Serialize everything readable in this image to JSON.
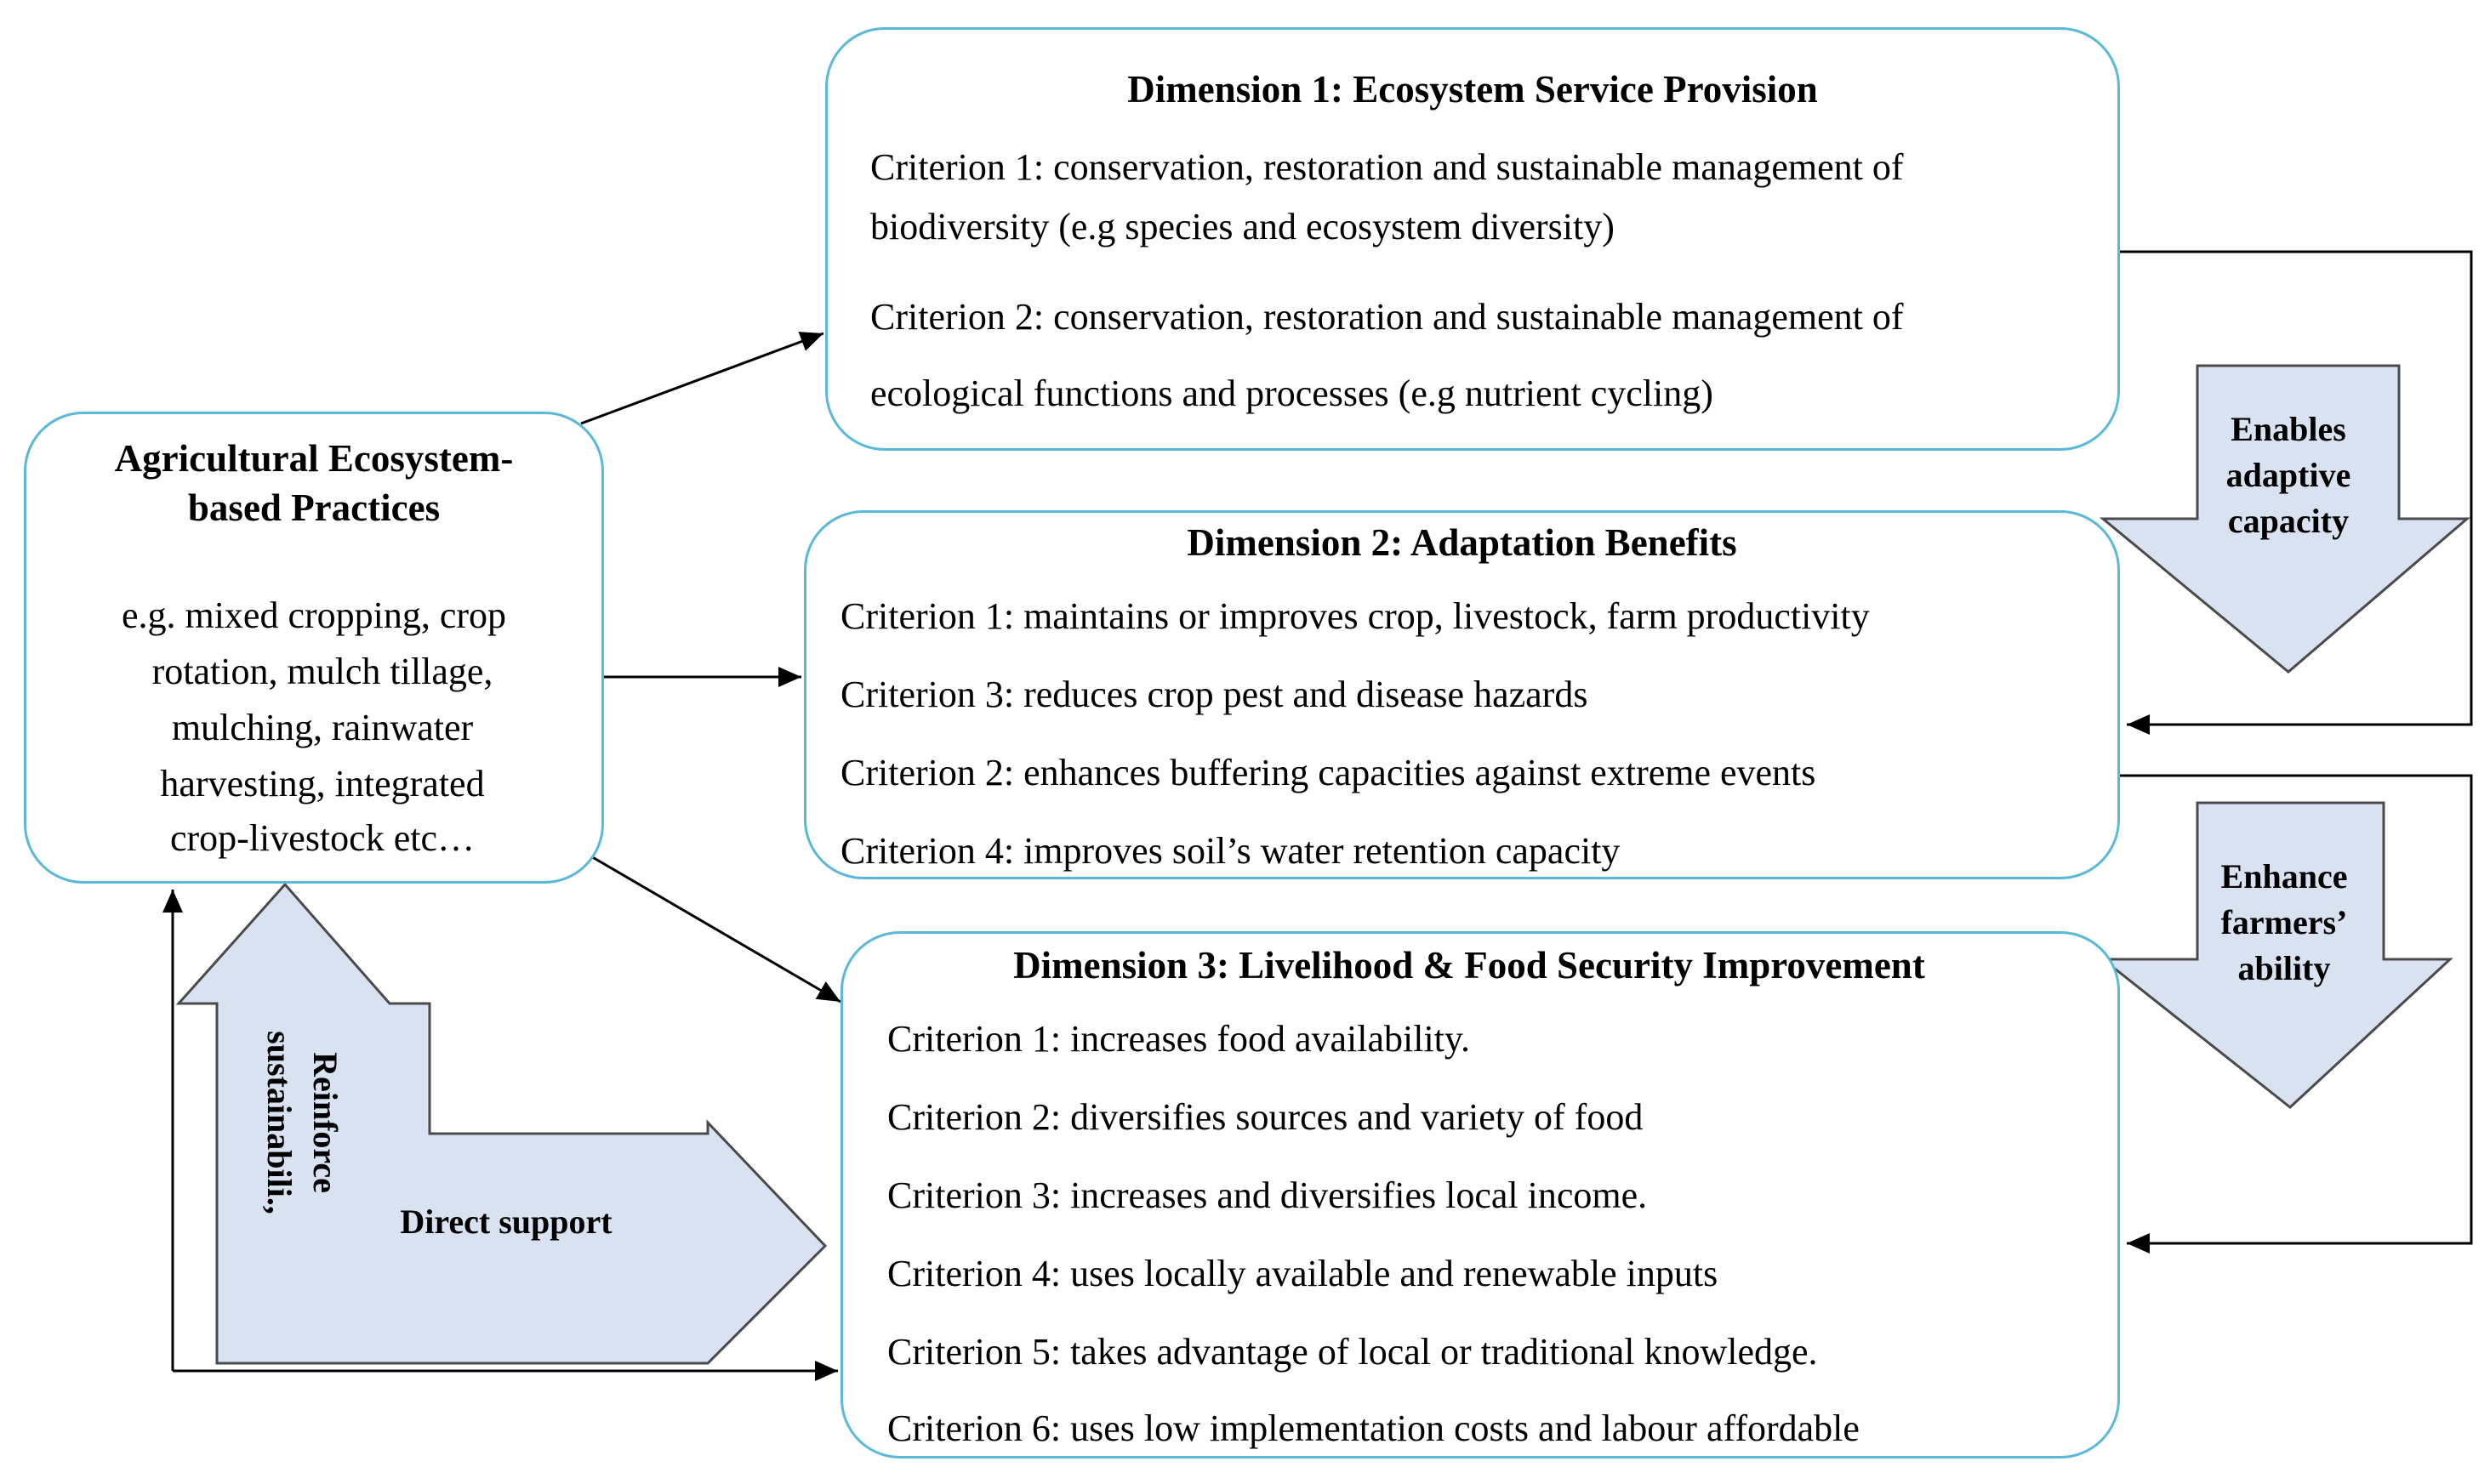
{
  "practices": {
    "title_line1": "Agricultural Ecosystem-",
    "title_line2": "based Practices",
    "examples": [
      "e.g. mixed cropping, crop",
      "rotation, mulch tillage,",
      "mulching, rainwater",
      "harvesting, integrated",
      "crop-livestock etc…"
    ]
  },
  "dimension1": {
    "title": "Dimension 1: Ecosystem Service Provision",
    "lines": [
      "Criterion 1: conservation, restoration and sustainable management of",
      "biodiversity (e.g species and ecosystem diversity)",
      "Criterion 2: conservation, restoration and sustainable management of",
      "ecological functions and processes (e.g nutrient cycling)"
    ]
  },
  "dimension2": {
    "title": "Dimension 2: Adaptation Benefits",
    "lines": [
      "Criterion 1: maintains or improves crop, livestock, farm productivity",
      "Criterion 3: reduces crop pest and disease hazards",
      "Criterion 2: enhances buffering capacities against extreme events",
      "Criterion 4: improves soil’s water retention capacity"
    ]
  },
  "dimension3": {
    "title": "Dimension 3: Livelihood & Food Security Improvement",
    "lines": [
      "Criterion 1: increases food availability.",
      "Criterion 2: diversifies sources and variety of food",
      "Criterion 3: increases and diversifies local income.",
      "Criterion 4: uses locally available and renewable inputs",
      "Criterion 5: takes advantage of local or traditional knowledge.",
      "Criterion 6: uses low implementation costs and labour affordable"
    ]
  },
  "arrows": {
    "enables": [
      "Enables",
      "adaptive",
      "capacity"
    ],
    "enhance": [
      "Enhance",
      "farmers’",
      "ability"
    ],
    "reinforce": [
      "Reinforce",
      "sustainabili.,"
    ],
    "direct_support": "Direct support"
  },
  "colors": {
    "box_border": "#5bb8d8",
    "arrow_fill": "#d9e2f1",
    "arrow_stroke": "#4a4a4a",
    "line": "#000000"
  }
}
